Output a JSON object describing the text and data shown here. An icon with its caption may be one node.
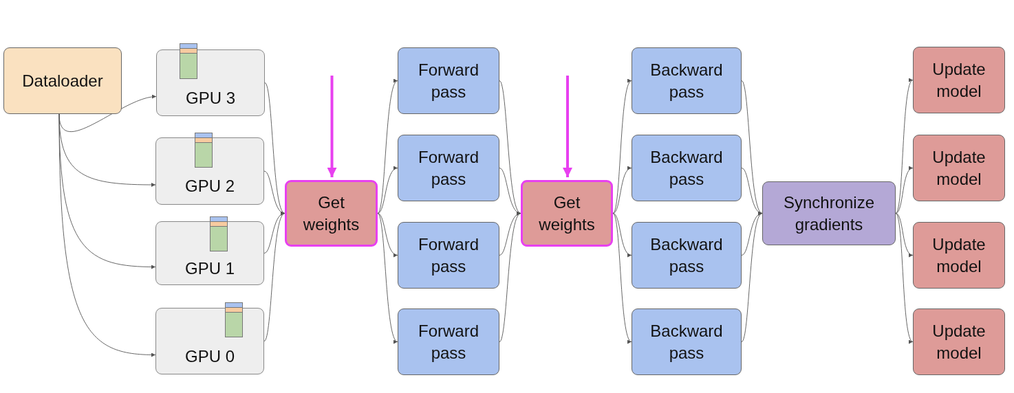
{
  "diagram": {
    "nodes": [
      {
        "text": [
          "Dataloader"
        ]
      },
      {
        "text": [
          "GPU 3"
        ]
      },
      {
        "text": [
          "GPU 2"
        ]
      },
      {
        "text": [
          "GPU 1"
        ]
      },
      {
        "text": [
          "GPU 0"
        ]
      },
      {
        "text": [
          "Get weights"
        ]
      },
      {
        "text": [
          "Forward pass"
        ]
      },
      {
        "text": [
          "Forward pass"
        ]
      },
      {
        "text": [
          "Forward pass"
        ]
      },
      {
        "text": [
          "Forward pass"
        ]
      },
      {
        "text": [
          "Get weights"
        ]
      },
      {
        "text": [
          "Backward pass"
        ]
      },
      {
        "text": [
          "Backward pass"
        ]
      },
      {
        "text": [
          "Backward pass"
        ]
      },
      {
        "text": [
          "Backward pass"
        ]
      },
      {
        "text": [
          "Synchronize gradients"
        ]
      },
      {
        "text": [
          "Update model"
        ]
      },
      {
        "text": [
          "Update model"
        ]
      },
      {
        "text": [
          "Update model"
        ]
      },
      {
        "text": [
          "Update model"
        ]
      }
    ],
    "edges": [
      {
        "from": 0,
        "to": 1,
        "arrow": "to"
      },
      {
        "from": 0,
        "to": 2,
        "arrow": "to"
      },
      {
        "from": 0,
        "to": 3,
        "arrow": "to"
      },
      {
        "from": 0,
        "to": 4,
        "arrow": "to"
      },
      {
        "from": 1,
        "to": 5,
        "arrow": "to"
      },
      {
        "from": 2,
        "to": 5,
        "arrow": "to"
      },
      {
        "from": 3,
        "to": 5,
        "arrow": "to"
      },
      {
        "from": 4,
        "to": 5,
        "arrow": "to"
      },
      {
        "from": 5,
        "to": 6,
        "arrow": "to"
      },
      {
        "from": 5,
        "to": 7,
        "arrow": "to"
      },
      {
        "from": 5,
        "to": 8,
        "arrow": "to"
      },
      {
        "from": 5,
        "to": 9,
        "arrow": "to"
      },
      {
        "from": 6,
        "to": 10,
        "arrow": "to"
      },
      {
        "from": 7,
        "to": 10,
        "arrow": "to"
      },
      {
        "from": 8,
        "to": 10,
        "arrow": "to"
      },
      {
        "from": 9,
        "to": 10,
        "arrow": "to"
      },
      {
        "from": 10,
        "to": 11,
        "arrow": "to"
      },
      {
        "from": 10,
        "to": 12,
        "arrow": "to"
      },
      {
        "from": 10,
        "to": 13,
        "arrow": "to"
      },
      {
        "from": 10,
        "to": 14,
        "arrow": "to"
      },
      {
        "from": 11,
        "to": 15,
        "arrow": "to"
      },
      {
        "from": 12,
        "to": 15,
        "arrow": "to"
      },
      {
        "from": 13,
        "to": 15,
        "arrow": "to"
      },
      {
        "from": 14,
        "to": 15,
        "arrow": "to"
      },
      {
        "from": 15,
        "to": 16,
        "arrow": "to"
      },
      {
        "from": 15,
        "to": 17,
        "arrow": "to"
      },
      {
        "from": 15,
        "to": 18,
        "arrow": "to"
      },
      {
        "from": 15,
        "to": 19,
        "arrow": "to"
      },
      {
        "from": null,
        "to": 5,
        "arrow": "to",
        "style": "thick",
        "color": "#e840f0"
      },
      {
        "from": null,
        "to": 10,
        "arrow": "to",
        "style": "thick",
        "color": "#e840f0"
      }
    ]
  }
}
